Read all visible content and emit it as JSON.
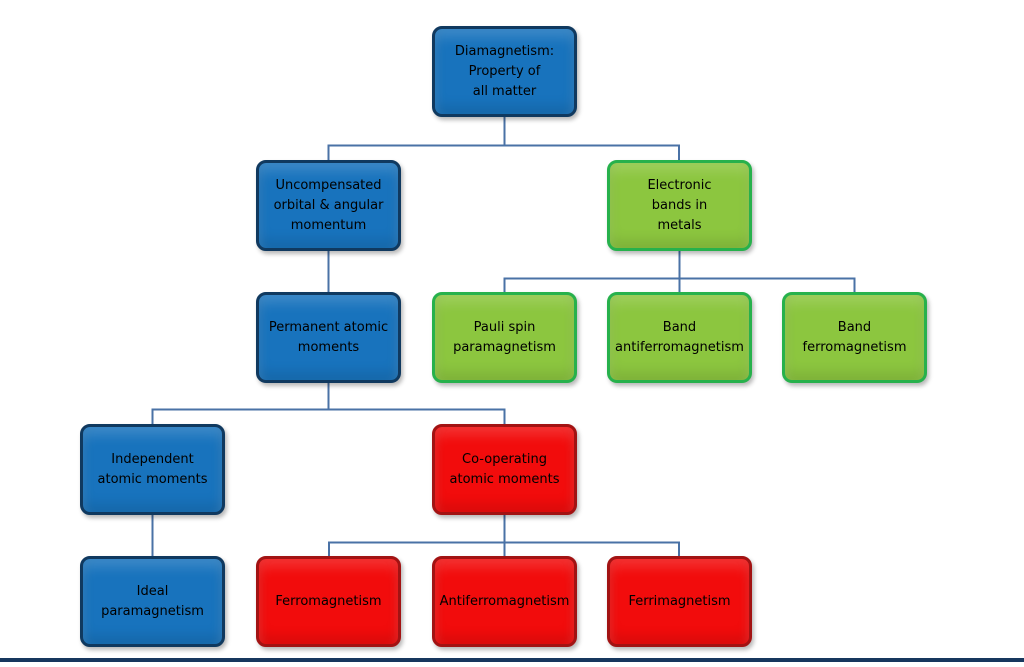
{
  "diagram": {
    "colors": {
      "background": "#ffffff",
      "blue_fill": "#1873bd",
      "blue_border": "#10395f",
      "green_fill": "#8cc63f",
      "green_border": "#27b14c",
      "red_fill": "#f20c0c",
      "red_border": "#a21313",
      "connector": "#4a72a6",
      "text": "#000000",
      "bottom_edge": "#17375e"
    },
    "nodes": {
      "diamagnetism": {
        "label": "Diamagnetism:\nProperty of\nall matter",
        "category": "blue"
      },
      "uncompensated_momentum": {
        "label": "Uncompensated\norbital & angular\nmomentum",
        "category": "blue"
      },
      "electronic_bands": {
        "label": "Electronic\nbands in\nmetals",
        "category": "green"
      },
      "permanent_atomic_moments": {
        "label": "Permanent atomic\nmoments",
        "category": "blue"
      },
      "pauli_spin_paramagnetism": {
        "label": "Pauli spin\nparamagnetism",
        "category": "green"
      },
      "band_antiferromagnetism": {
        "label": "Band\nantiferromagnetism",
        "category": "green"
      },
      "band_ferromagnetism": {
        "label": "Band\nferromagnetism",
        "category": "green"
      },
      "independent_atomic_moments": {
        "label": "Independent\natomic moments",
        "category": "blue"
      },
      "cooperating_atomic_moments": {
        "label": "Co-operating\natomic moments",
        "category": "red"
      },
      "ideal_paramagnetism": {
        "label": "Ideal\nparamagnetism",
        "category": "blue"
      },
      "ferromagnetism": {
        "label": "Ferromagnetism",
        "category": "red"
      },
      "antiferromagnetism": {
        "label": "Antiferromagnetism",
        "category": "red"
      },
      "ferrimagnetism": {
        "label": "Ferrimagnetism",
        "category": "red"
      }
    }
  }
}
